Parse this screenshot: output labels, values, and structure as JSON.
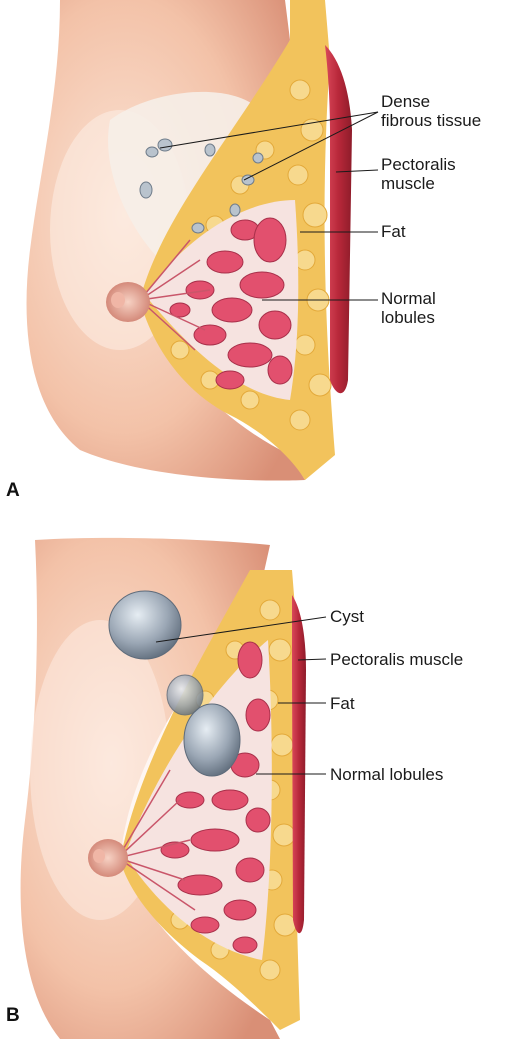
{
  "panels": [
    {
      "letter": "A",
      "labels": {
        "dense_line1": "Dense",
        "dense_line2": "fibrous tissue",
        "pectoralis_line1": "Pectoralis",
        "pectoralis_line2": "muscle",
        "fat": "Fat",
        "lobules_line1": "Normal",
        "lobules_line2": "lobules"
      }
    },
    {
      "letter": "B",
      "labels": {
        "cyst": "Cyst",
        "pectoralis": "Pectoralis muscle",
        "fat": "Fat",
        "lobules": "Normal lobules"
      }
    }
  ],
  "colors": {
    "skin": "#f3c2a8",
    "skin_shadow": "#d98f76",
    "fat": "#f2c35c",
    "lobule": "#e2506e",
    "muscle": "#b8283a",
    "cyst": "#9aa6b4"
  }
}
